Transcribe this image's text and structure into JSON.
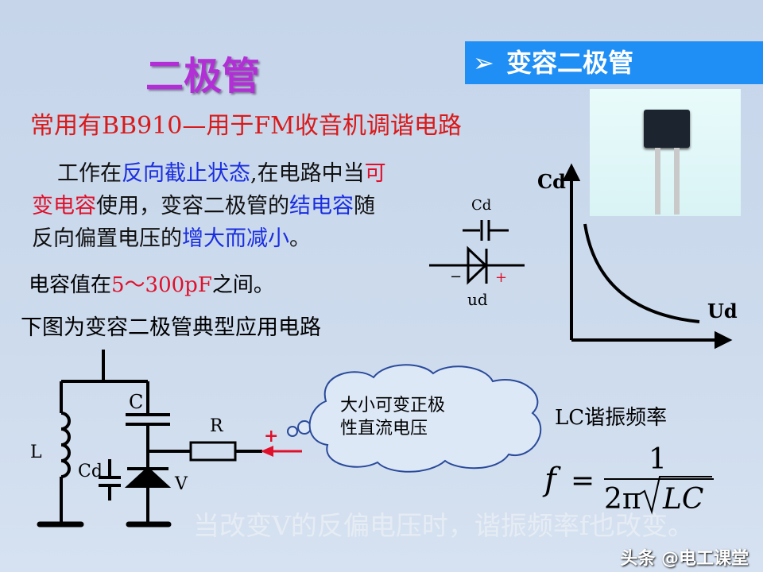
{
  "title": "二极管",
  "banner": {
    "icon": "arrow-bullet-icon",
    "bullet": "➢",
    "label": "变容二极管"
  },
  "subtitle": "常用有BB910—用于FM收音机调谐电路",
  "paragraph": {
    "l1a": "工作在",
    "l1b": "反向截止状态",
    "l1c": ",在电路中当",
    "l1d": "可",
    "l2a": "变电容",
    "l2b": "使用，变容二极管的",
    "l2c": "结电容",
    "l2d": "随",
    "l3a": "反向偏置电压的",
    "l3b": "增大而减小",
    "l3c": "。"
  },
  "cap_range": {
    "a": "电容值在",
    "b": "5～300pF",
    "c": "之间。"
  },
  "circuit_caption": "下图为变容二极管典型应用电路",
  "symbol": {
    "cap_label": "Cd",
    "voltage_label": "ud",
    "minus": "−",
    "plus": "+"
  },
  "graph": {
    "y_label": "Cd",
    "x_label": "Ud"
  },
  "circuit": {
    "L": "L",
    "C": "C",
    "Cd": "Cd",
    "R": "R",
    "V": "V",
    "plus": "+"
  },
  "cloud": {
    "line1": "大小可变正极",
    "line2": "性直流电压"
  },
  "formula": {
    "label": "LC谐振频率",
    "lhs": "f",
    "eq": "=",
    "num": "1",
    "den_a": "2π",
    "den_b": "LC"
  },
  "bottom_text": "当改变V的反偏电压时，谐振频率f也改变。",
  "watermark": "头条 @电工课堂",
  "colors": {
    "title": "#b22fd6",
    "banner": "#1f8ff5",
    "red": "#e0102a",
    "blue": "#1a2ee0"
  }
}
